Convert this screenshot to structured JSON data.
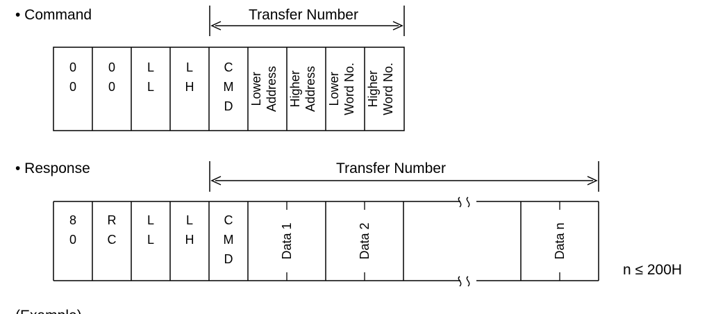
{
  "command": {
    "bullet": "• Command",
    "transfer_label": "Transfer Number",
    "cells": [
      {
        "lines": [
          "0",
          "0"
        ]
      },
      {
        "lines": [
          "0",
          "0"
        ]
      },
      {
        "lines": [
          "L",
          "L"
        ]
      },
      {
        "lines": [
          "L",
          "H"
        ]
      },
      {
        "lines": [
          "C",
          "M",
          "D"
        ]
      },
      {
        "vertical": [
          "Lower",
          "Address"
        ]
      },
      {
        "vertical": [
          "Higher",
          "Address"
        ]
      },
      {
        "vertical": [
          "Lower",
          "Word No."
        ]
      },
      {
        "vertical": [
          "Higher",
          "Word No."
        ]
      }
    ]
  },
  "response": {
    "bullet": "• Response",
    "transfer_label": "Transfer Number",
    "cells": [
      {
        "lines": [
          "8",
          "0"
        ]
      },
      {
        "lines": [
          "R",
          "C"
        ]
      },
      {
        "lines": [
          "L",
          "L"
        ]
      },
      {
        "lines": [
          "L",
          "H"
        ]
      },
      {
        "lines": [
          "C",
          "M",
          "D"
        ]
      }
    ],
    "data_cells": [
      "Data 1",
      "Data 2",
      "Data n"
    ],
    "note": "n ≤ 200H"
  },
  "example_label": "(Example)"
}
